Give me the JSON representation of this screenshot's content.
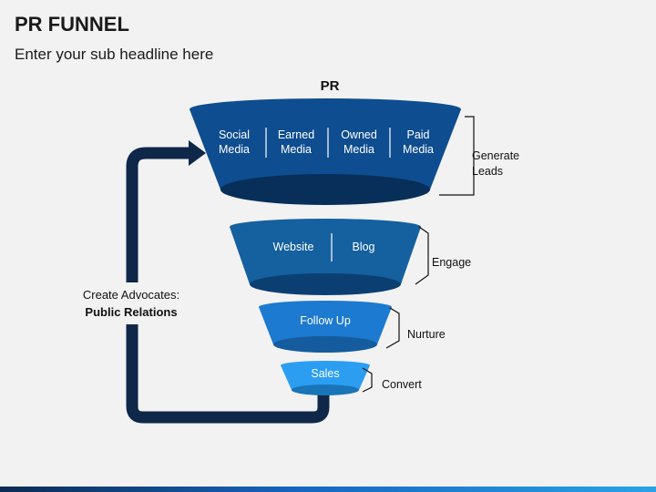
{
  "header": {
    "title": "PR FUNNEL",
    "subtitle": "Enter your sub headline here"
  },
  "diagram": {
    "funnel_title": "PR",
    "levels": [
      {
        "items": [
          {
            "line1": "Social",
            "line2": "Media"
          },
          {
            "line1": "Earned",
            "line2": "Media"
          },
          {
            "line1": "Owned",
            "line2": "Media"
          },
          {
            "line1": "Paid",
            "line2": "Media"
          }
        ],
        "stage": {
          "line1": "Generate",
          "line2": "Leads"
        },
        "color": "#0e4d8f"
      },
      {
        "items": [
          {
            "line1": "Website"
          },
          {
            "line1": "Blog"
          }
        ],
        "stage": {
          "line1": "Engage"
        },
        "color": "#15609f"
      },
      {
        "items": [
          {
            "line1": "Follow Up"
          }
        ],
        "stage": {
          "line1": "Nurture"
        },
        "color": "#1c7ad0"
      },
      {
        "items": [
          {
            "line1": "Sales"
          }
        ],
        "stage": {
          "line1": "Convert"
        },
        "color": "#2b9ef2"
      }
    ],
    "loop": {
      "label_line1": "Create Advocates:",
      "label_line2": "Public Relations",
      "color": "#0f2748"
    }
  }
}
